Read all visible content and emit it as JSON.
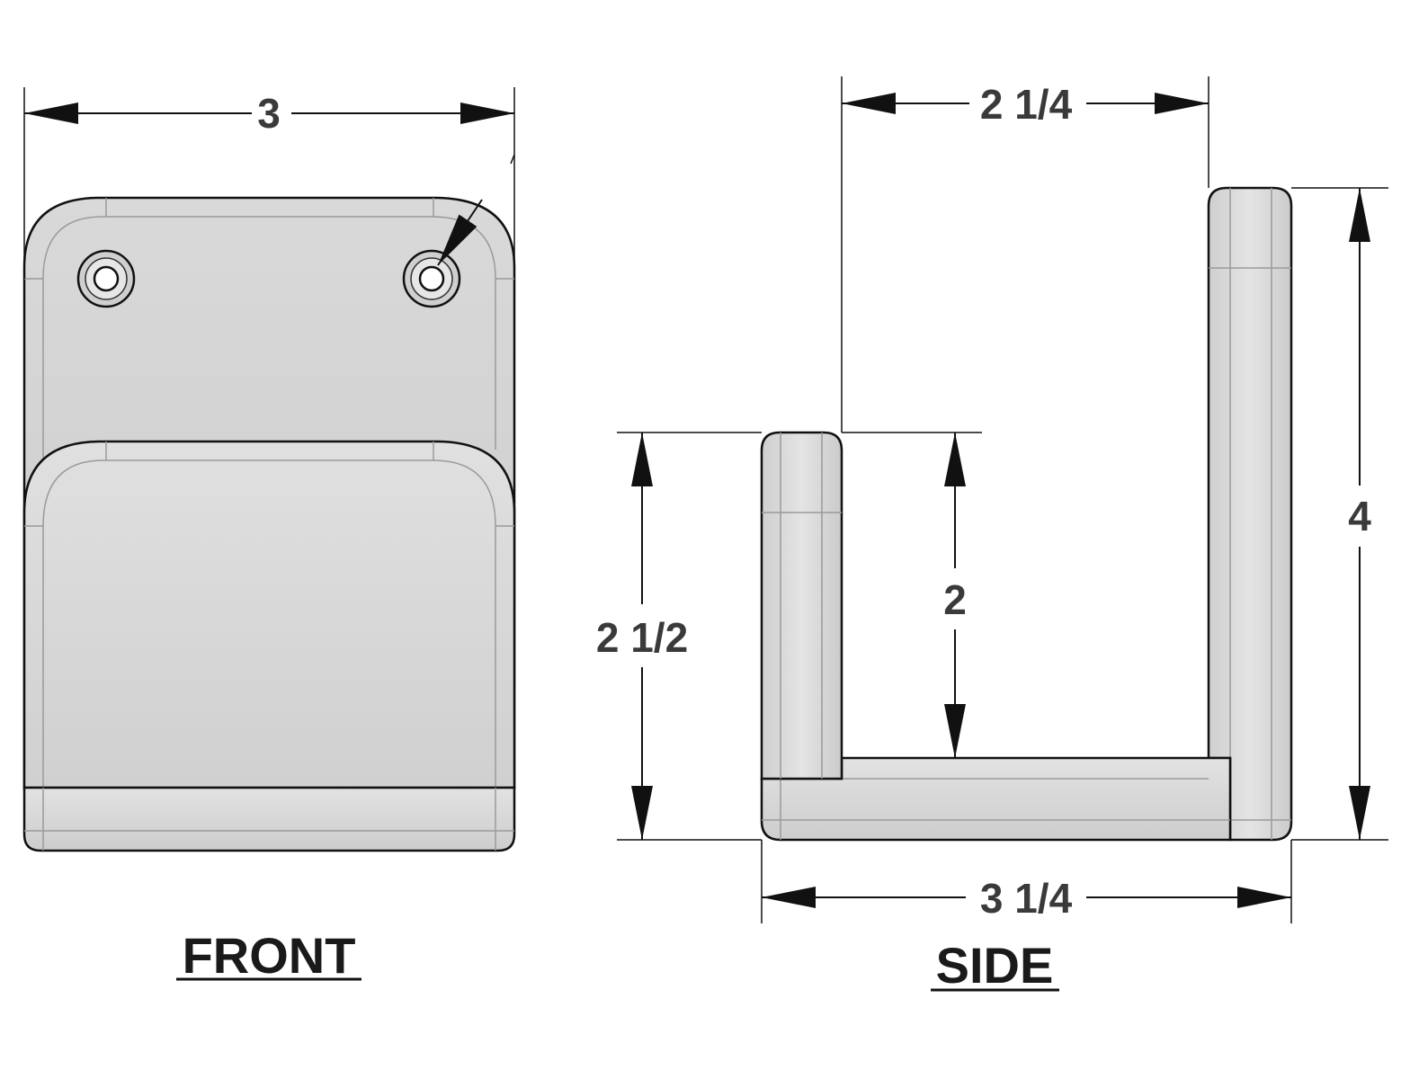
{
  "colors": {
    "background": "#ffffff",
    "part_fill": "#d4d4d4",
    "part_fill_light": "#e2e2e2",
    "part_fill_dark": "#bdbdbd",
    "outline": "#111111",
    "dimension_text": "#3a3a3a",
    "label_text": "#1a1a1a"
  },
  "front_view": {
    "label": "FRONT",
    "width_dimension": "3"
  },
  "side_view": {
    "label": "SIDE",
    "opening_width": "2 1/4",
    "front_lip_height": "2 1/2",
    "inner_depth": "2",
    "back_height": "4",
    "overall_depth": "3 1/4"
  }
}
